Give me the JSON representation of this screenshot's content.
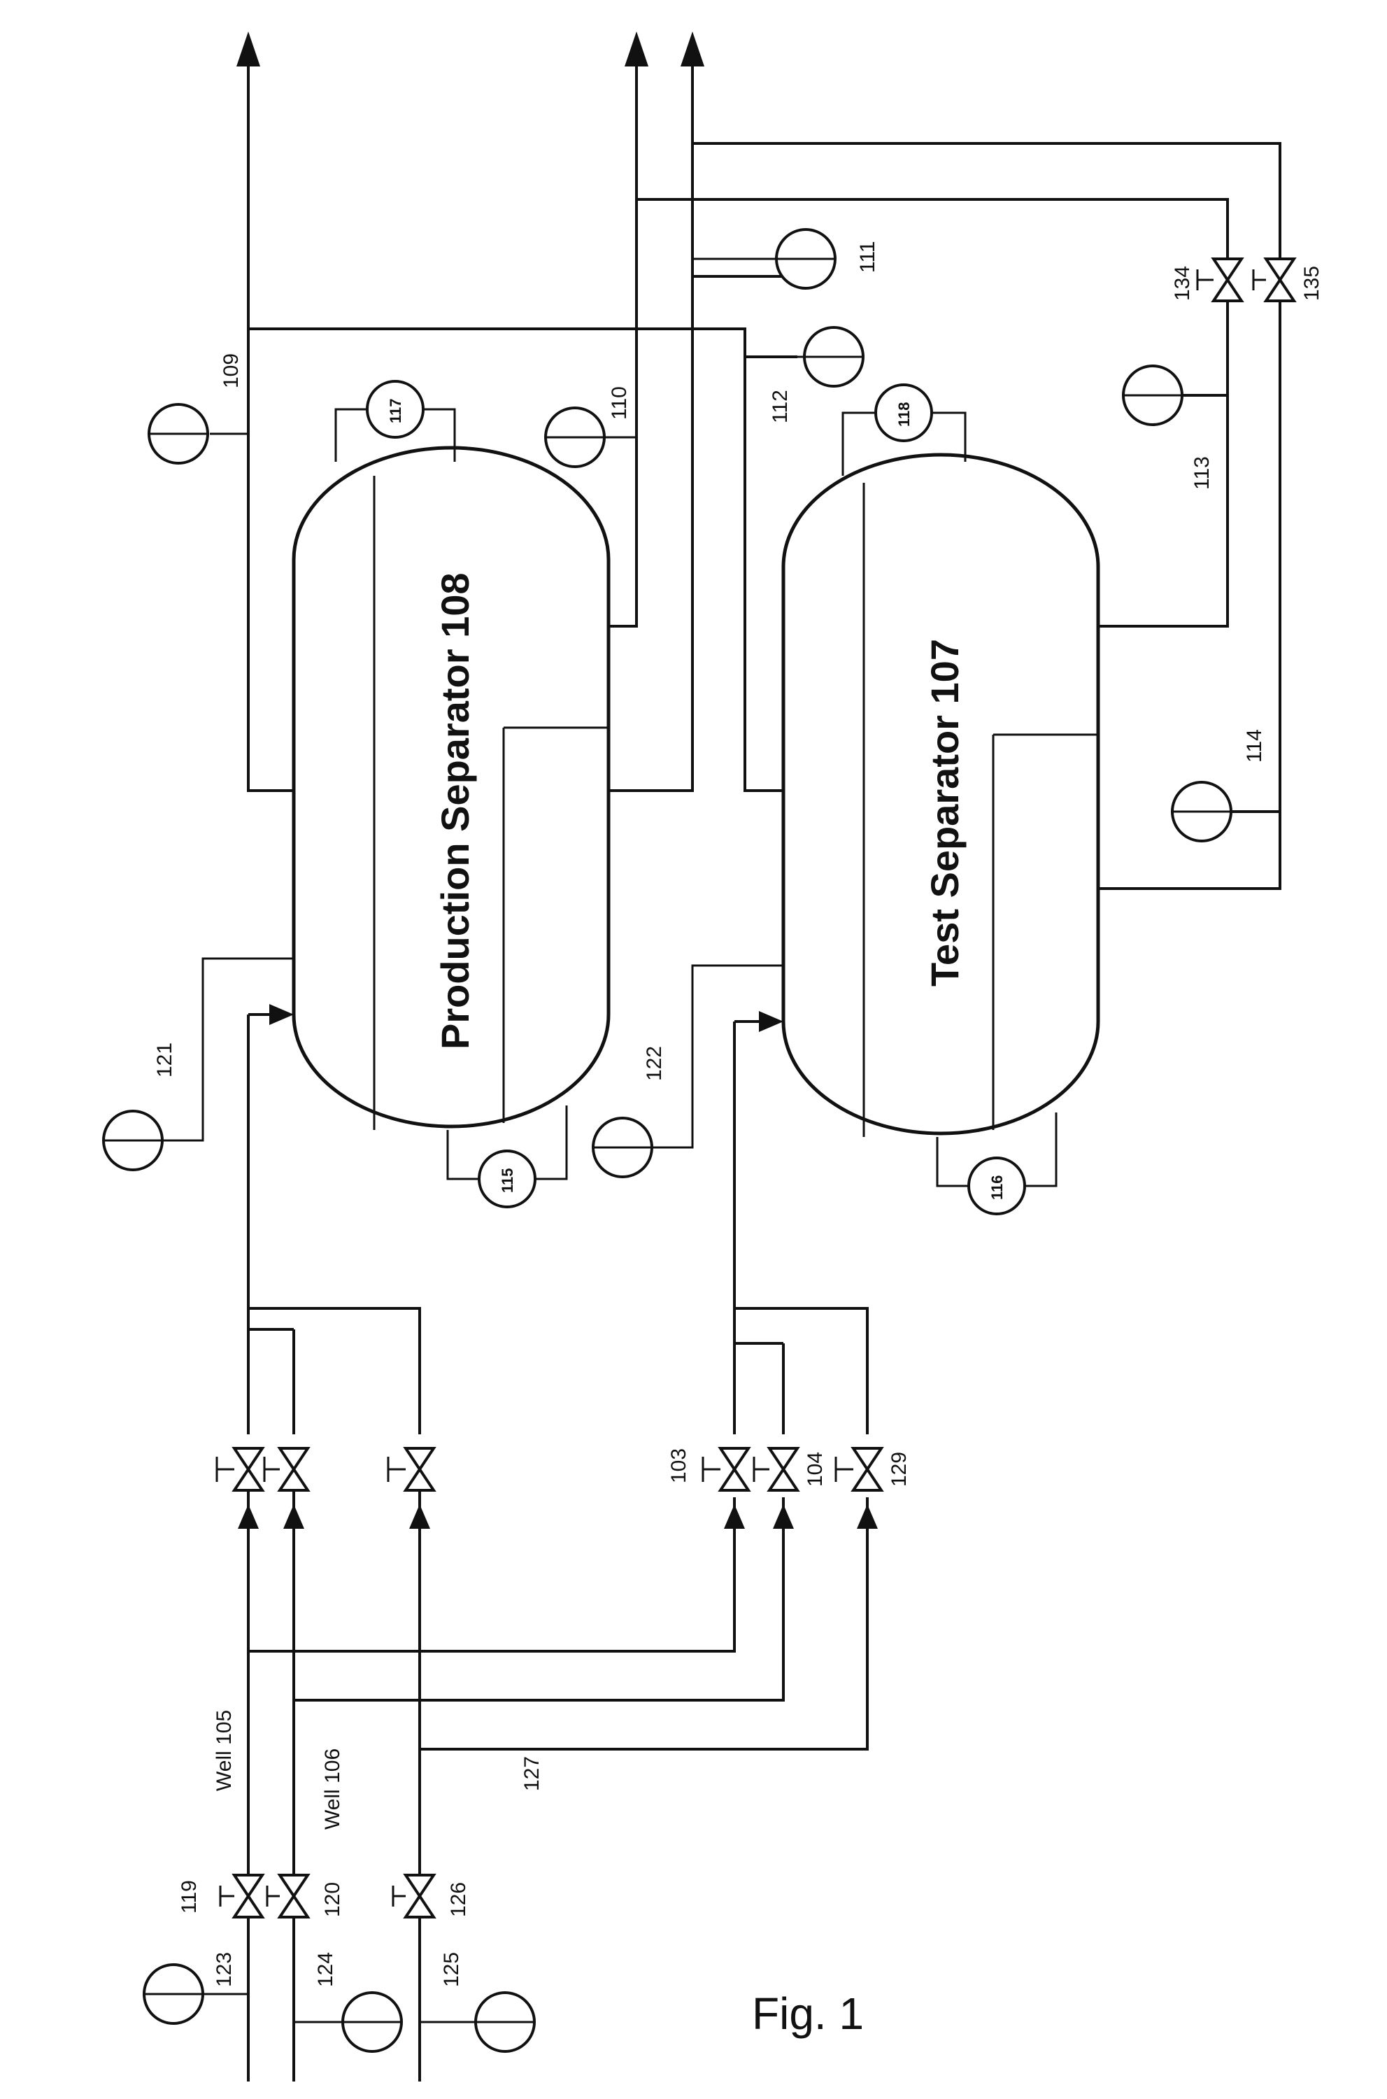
{
  "figure_caption": "Fig. 1",
  "vessels": {
    "production": "Production Separator 108",
    "test": "Test Separator 107"
  },
  "wells": {
    "w105": "Well 105",
    "w106": "Well 106"
  },
  "line_labels": {
    "l109": "109",
    "l110": "110",
    "l111": "111",
    "l112": "112",
    "l113": "113",
    "l114": "114",
    "l121": "121",
    "l122": "122",
    "l123": "123",
    "l124": "124",
    "l125": "125",
    "l127": "127"
  },
  "valve_labels": {
    "v103": "103",
    "v104": "104",
    "v119": "119",
    "v120": "120",
    "v126": "126",
    "v129": "129",
    "v134": "134",
    "v135": "135"
  },
  "instrument_labels": {
    "i115": "115",
    "i116": "116",
    "i117": "117",
    "i118": "118"
  }
}
